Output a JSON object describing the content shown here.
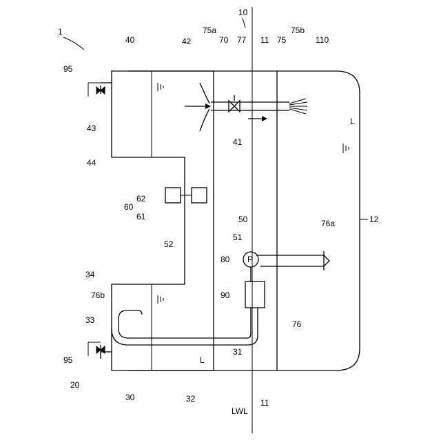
{
  "labels": {
    "l1": "1",
    "l10": "10",
    "l11_top": "11",
    "l11_bottom": "11",
    "l12": "12",
    "l20": "20",
    "l30": "30",
    "l31": "31",
    "l32": "32",
    "l33": "33",
    "l34": "34",
    "l40": "40",
    "l41": "41",
    "l42": "42",
    "l43": "43",
    "l44": "44",
    "l50": "50",
    "l51": "51",
    "l52": "52",
    "l60": "60",
    "l61": "61",
    "l62": "62",
    "l70": "70",
    "l75": "75",
    "l75a": "75a",
    "l75b": "75b",
    "l76": "76",
    "l76a": "76a",
    "l76b": "76b",
    "l77": "77",
    "l80": "80",
    "l90": "90",
    "l95_top": "95",
    "l95_bottom": "95",
    "l110": "110",
    "lwl": "LWL",
    "level_L_inner": "L",
    "level_L_right": "L",
    "pump_symbol": "P"
  }
}
